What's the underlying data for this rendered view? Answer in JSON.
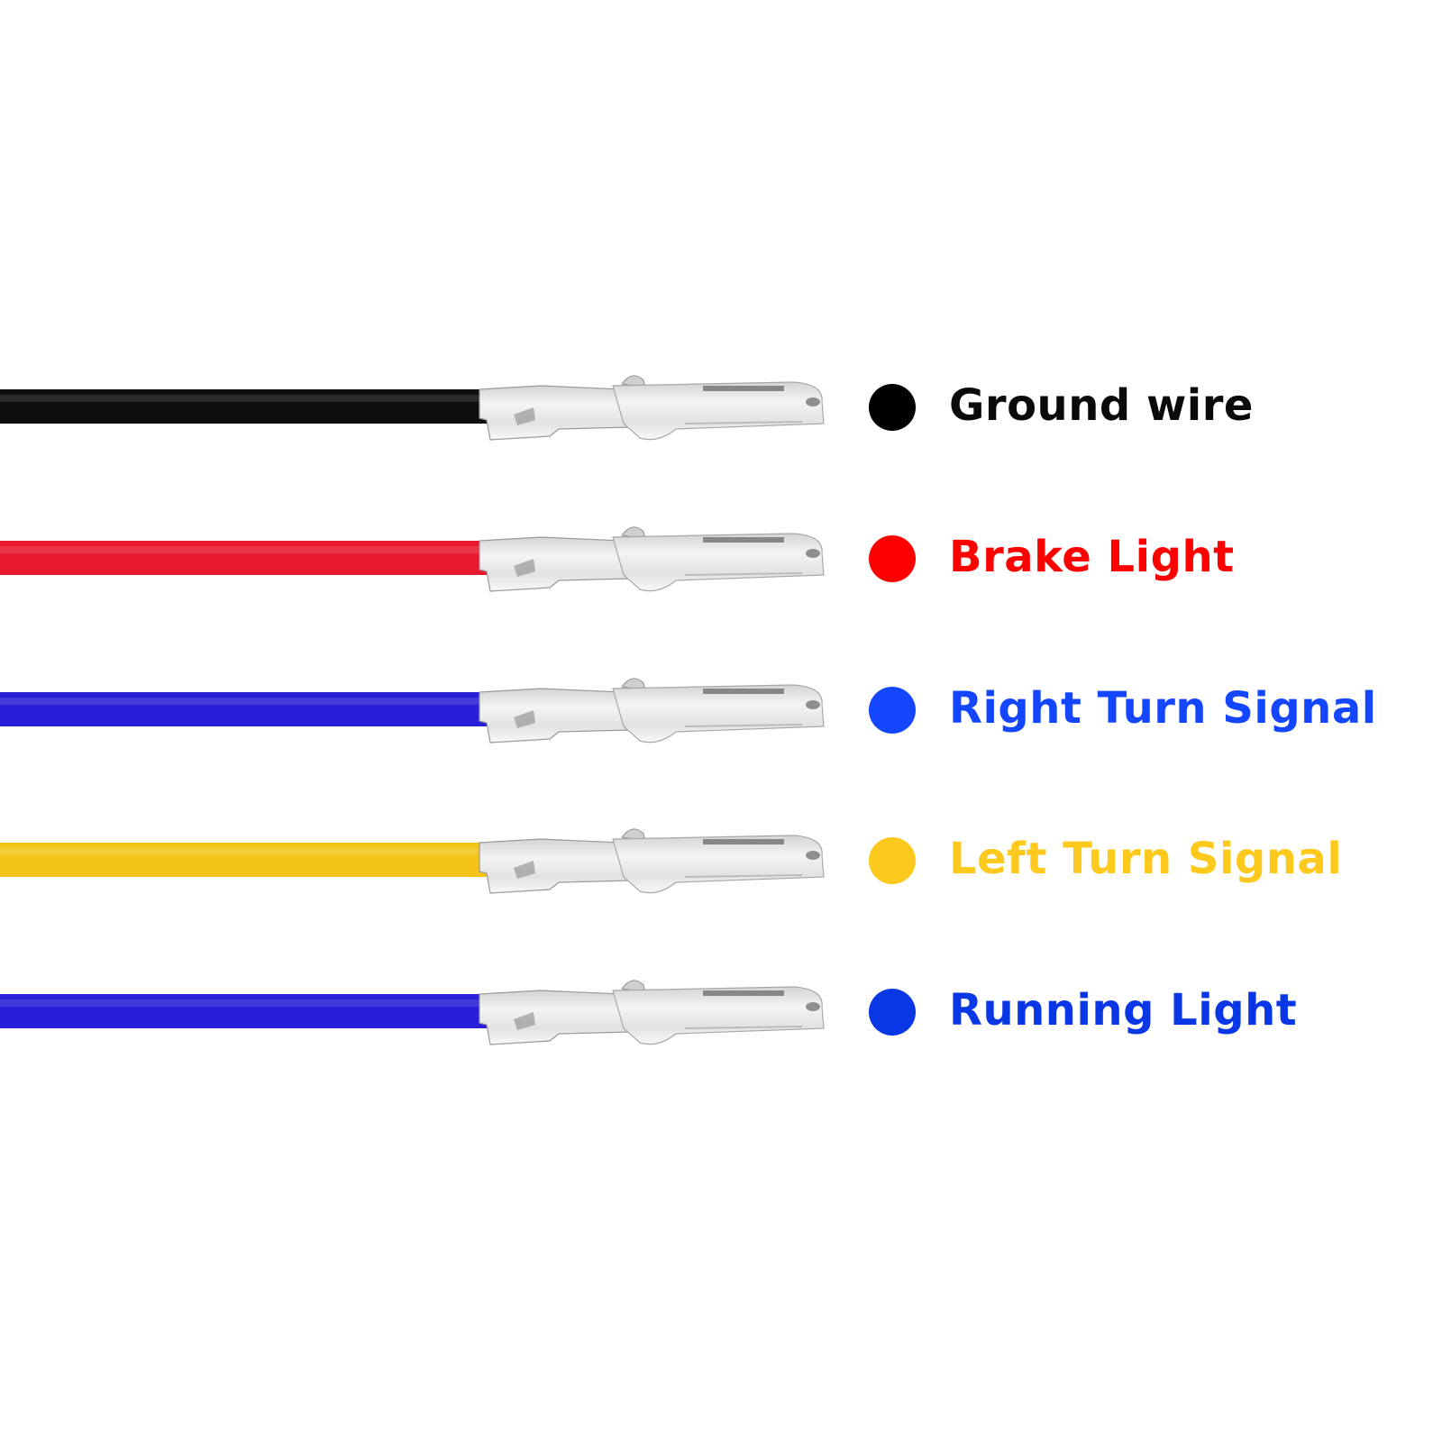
{
  "legend": {
    "items": [
      {
        "label": "Ground wire",
        "wire_color": "#0e0e0e",
        "dot_color": "#000000",
        "text_color": "#0a0a0a"
      },
      {
        "label": "Brake Light",
        "wire_color": "#e8182e",
        "dot_color": "#ff0000",
        "text_color": "#ff0000"
      },
      {
        "label": "Right Turn Signal",
        "wire_color": "#2a1fd8",
        "dot_color": "#1446ff",
        "text_color": "#1446ff"
      },
      {
        "label": "Left Turn Signal",
        "wire_color": "#f2c418",
        "dot_color": "#fdc91c",
        "text_color": "#fdc91c"
      },
      {
        "label": "Running Light",
        "wire_color": "#2a1fd8",
        "dot_color": "#0a37e6",
        "text_color": "#0a37e6"
      }
    ]
  },
  "icons": {
    "terminal": "female-spade-crimp-terminal",
    "dot": "color-swatch-dot"
  }
}
